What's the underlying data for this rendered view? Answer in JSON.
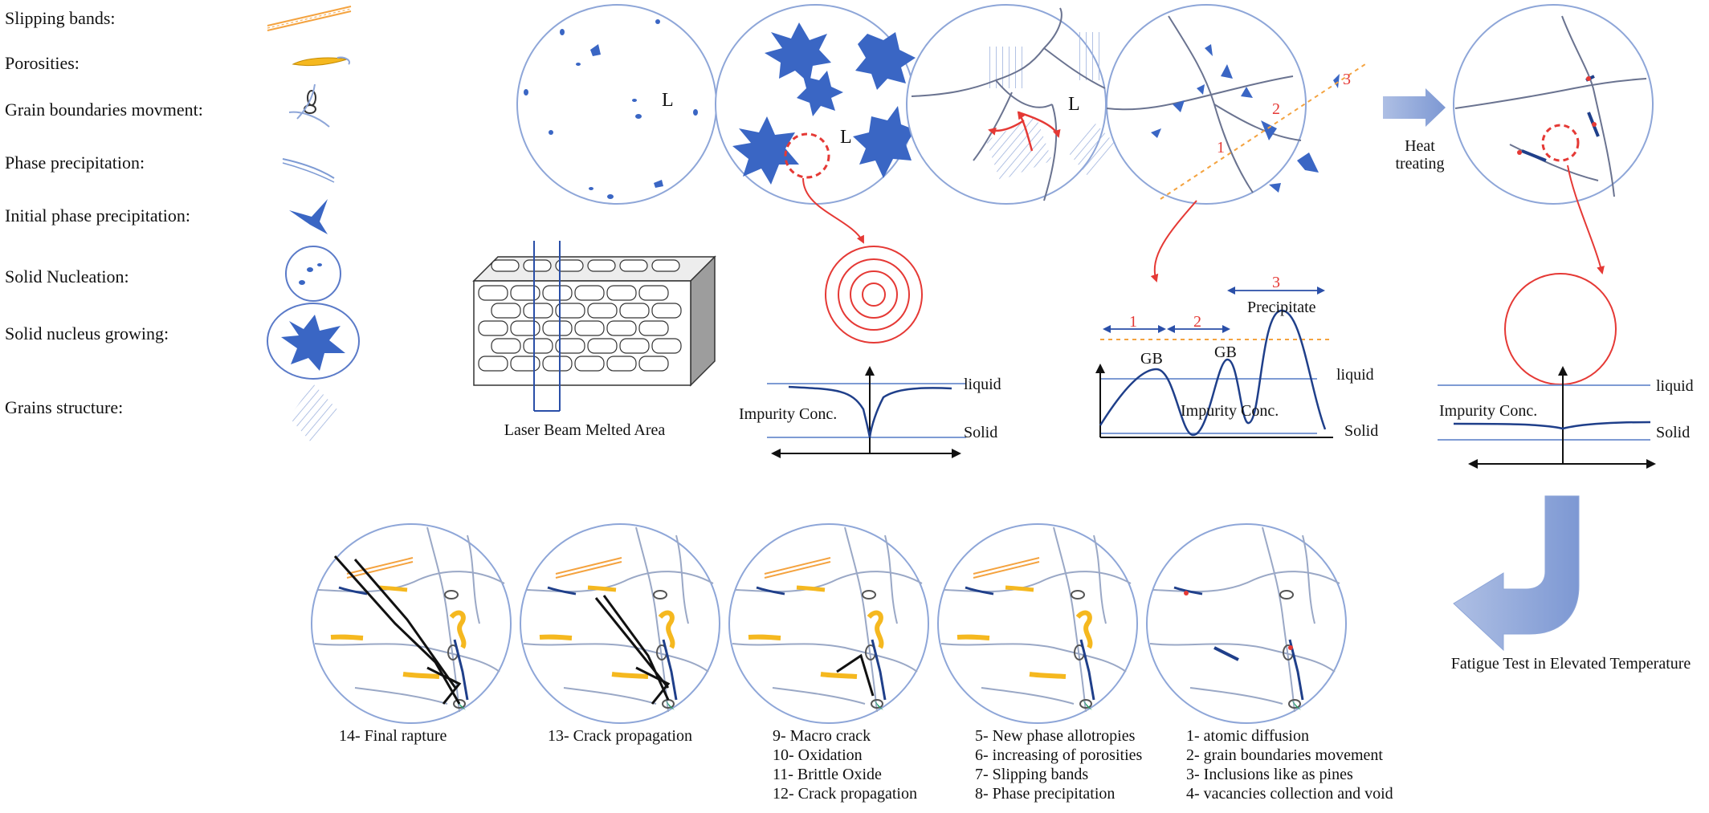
{
  "legend": {
    "items": [
      {
        "label": "Slipping bands:"
      },
      {
        "label": "Porosities:"
      },
      {
        "label": "Grain boundaries movment:"
      },
      {
        "label": "Phase precipitation:"
      },
      {
        "label": "Initial phase precipitation:"
      },
      {
        "label": "Solid Nucleation:"
      },
      {
        "label": "Solid nucleus growing:"
      },
      {
        "label": "Grains structure:"
      }
    ]
  },
  "stage_top": {
    "liquid_mark": "L",
    "zone_numbers": [
      "1",
      "2",
      "3"
    ],
    "heat_treating": [
      "Heat",
      "treating"
    ]
  },
  "melt": {
    "caption": "Laser Beam Melted Area"
  },
  "profiles": {
    "liquid": "liquid",
    "solid": "Solid",
    "impurity": "Impurity  Conc.",
    "gb": "GB",
    "precipitate": "Precipitate",
    "range_numbers": [
      "1",
      "2",
      "3"
    ]
  },
  "fatigue": {
    "caption": "Fatigue Test in Elevated Temperature"
  },
  "bottom": {
    "captions": [
      [
        "14- Final rapture"
      ],
      [
        "13- Crack propagation"
      ],
      [
        "9- Macro crack",
        "10- Oxidation",
        "11- Brittle Oxide",
        "12- Crack propagation"
      ],
      [
        "5- New phase allotropies",
        "6- increasing of porosities",
        "7- Slipping bands",
        "8- Phase precipitation"
      ],
      [
        "1- atomic diffusion",
        "2- grain boundaries movement",
        "3- Inclusions like as pines",
        "4- vacancies collection and void"
      ]
    ]
  },
  "colors": {
    "circle": "#8ea6d8",
    "blue_fill": "#3a66c4",
    "dark_blue": "#1f3f8a",
    "red": "#e53935",
    "orange": "#f4a340",
    "yellow": "#f5b81f",
    "line_blue": "#7e9bd4"
  }
}
